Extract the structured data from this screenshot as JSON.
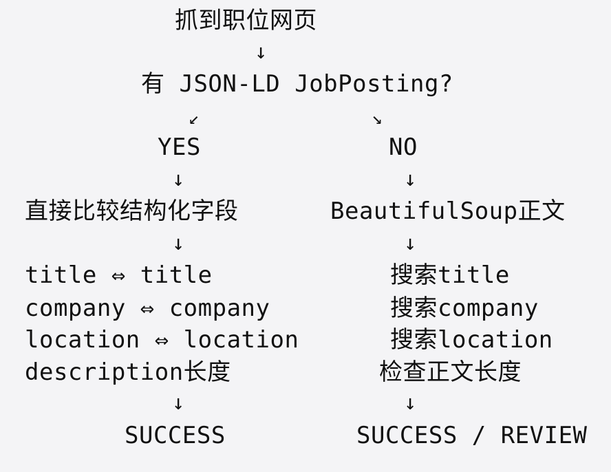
{
  "flow": {
    "start": "抓到职位网页",
    "arrow_down": "↓",
    "question": "有 JSON-LD JobPosting?",
    "arrow_left_diag": "↙",
    "arrow_right_diag": "↘",
    "left": {
      "label": "YES",
      "step": "直接比较结构化字段",
      "fields": [
        "title ⇔ title",
        "company ⇔ company",
        "location ⇔ location",
        "description长度"
      ],
      "result": "SUCCESS"
    },
    "right": {
      "label": "NO",
      "step": "BeautifulSoup正文",
      "fields": [
        "搜索title",
        "搜索company",
        "搜索location",
        "检查正文长度"
      ],
      "result": "SUCCESS / REVIEW"
    }
  }
}
